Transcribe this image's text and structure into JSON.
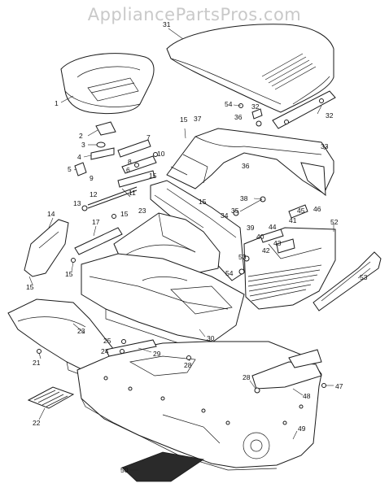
{
  "watermark": "AppliancePartsPros.com",
  "colors": {
    "ink": "#1a1a1a",
    "watermark": "#c9c9c9",
    "paper": "#ffffff"
  },
  "callouts": [
    {
      "id": "c31",
      "label": "31"
    },
    {
      "id": "c1",
      "label": "1"
    },
    {
      "id": "c54",
      "label": "54"
    },
    {
      "id": "c32a",
      "label": "32"
    },
    {
      "id": "c36a",
      "label": "36"
    },
    {
      "id": "c32b",
      "label": "32"
    },
    {
      "id": "c15a",
      "label": "15"
    },
    {
      "id": "c37",
      "label": "37"
    },
    {
      "id": "c2",
      "label": "2"
    },
    {
      "id": "c3",
      "label": "3"
    },
    {
      "id": "c7",
      "label": "7"
    },
    {
      "id": "c10",
      "label": "10"
    },
    {
      "id": "c33",
      "label": "33"
    },
    {
      "id": "c4",
      "label": "4"
    },
    {
      "id": "c5",
      "label": "5"
    },
    {
      "id": "c6",
      "label": "6"
    },
    {
      "id": "c8",
      "label": "8"
    },
    {
      "id": "c9",
      "label": "9"
    },
    {
      "id": "c36b",
      "label": "36"
    },
    {
      "id": "c11",
      "label": "11"
    },
    {
      "id": "c15b",
      "label": "15"
    },
    {
      "id": "c12",
      "label": "12"
    },
    {
      "id": "c15c",
      "label": "15"
    },
    {
      "id": "c38",
      "label": "38"
    },
    {
      "id": "c13",
      "label": "13"
    },
    {
      "id": "c15d",
      "label": "15"
    },
    {
      "id": "c23a",
      "label": "23"
    },
    {
      "id": "c34",
      "label": "34"
    },
    {
      "id": "c35",
      "label": "35"
    },
    {
      "id": "c45",
      "label": "45"
    },
    {
      "id": "c46",
      "label": "46"
    },
    {
      "id": "c14",
      "label": "14"
    },
    {
      "id": "c17",
      "label": "17"
    },
    {
      "id": "c52",
      "label": "52"
    },
    {
      "id": "c39",
      "label": "39"
    },
    {
      "id": "c44",
      "label": "44"
    },
    {
      "id": "c41",
      "label": "41"
    },
    {
      "id": "c40",
      "label": "40"
    },
    {
      "id": "c43",
      "label": "43"
    },
    {
      "id": "c42",
      "label": "42"
    },
    {
      "id": "c53a",
      "label": "53"
    },
    {
      "id": "c15e",
      "label": "15"
    },
    {
      "id": "c15f",
      "label": "15"
    },
    {
      "id": "c54b",
      "label": "54"
    },
    {
      "id": "c53b",
      "label": "53"
    },
    {
      "id": "c23b",
      "label": "23"
    },
    {
      "id": "c25",
      "label": "25"
    },
    {
      "id": "c30",
      "label": "30"
    },
    {
      "id": "c24",
      "label": "24"
    },
    {
      "id": "c29",
      "label": "29"
    },
    {
      "id": "c21",
      "label": "21"
    },
    {
      "id": "c28a",
      "label": "28"
    },
    {
      "id": "c28b",
      "label": "28"
    },
    {
      "id": "c47",
      "label": "47"
    },
    {
      "id": "c48",
      "label": "48"
    },
    {
      "id": "c22",
      "label": "22"
    },
    {
      "id": "c49",
      "label": "49"
    },
    {
      "id": "c50",
      "label": "50"
    }
  ]
}
